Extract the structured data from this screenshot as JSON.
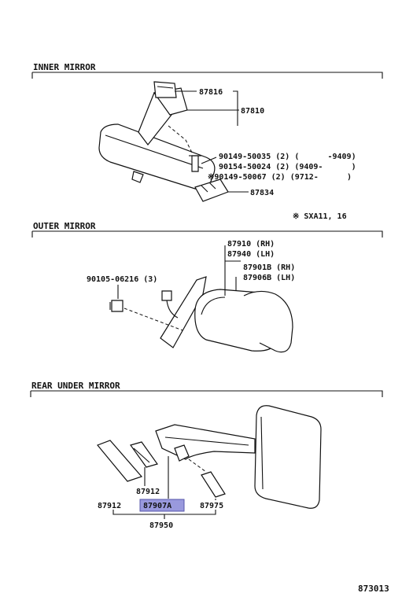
{
  "sections": {
    "inner": "INNER MIRROR",
    "outer": "OUTER MIRROR",
    "rear": "REAR UNDER MIRROR"
  },
  "inner": {
    "p87816": "87816",
    "p87810": "87810",
    "bolt1": "90149-50035 (2) (      -9409)",
    "bolt2": "90154-50024 (2) (9409-      )",
    "bolt3": "※90149-50067 (2) (9712-      )",
    "p87834": "87834",
    "note": "※ SXA11, 16"
  },
  "outer": {
    "p87910": "87910 (RH)",
    "p87940": "87940 (LH)",
    "p87901b": "87901B (RH)",
    "p87906b": "87906B (LH)",
    "screw": "90105-06216 (3)"
  },
  "rear": {
    "p87912a": "87912",
    "p87912b": "87912",
    "p87907a": "87907A",
    "p87975": "87975",
    "p87950": "87950",
    "highlight": "#9999dd"
  },
  "footer": {
    "code": "873013"
  }
}
